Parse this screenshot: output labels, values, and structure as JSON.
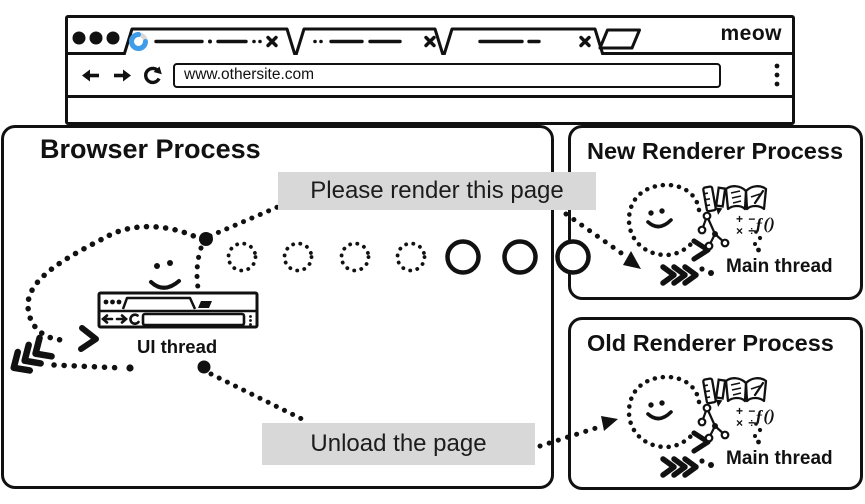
{
  "browser_window": {
    "brand": "meow",
    "url": "www.othersite.com"
  },
  "processes": {
    "browser": {
      "title": "Browser Process",
      "thread_label": "UI thread"
    },
    "new_renderer": {
      "title": "New Renderer Process",
      "thread_label": "Main thread"
    },
    "old_renderer": {
      "title": "Old Renderer Process",
      "thread_label": "Main thread"
    }
  },
  "messages": {
    "render": "Please render this page",
    "unload": "Unload the page"
  },
  "glyphs": {
    "math_top": "+ −",
    "math_bottom": "× ÷",
    "function": "ƒ()"
  },
  "colors": {
    "ink": "#111111",
    "label_bg": "#d8d8d8",
    "spinner_blue": "#3f9ce8",
    "spinner_track": "#d8d8d8"
  }
}
